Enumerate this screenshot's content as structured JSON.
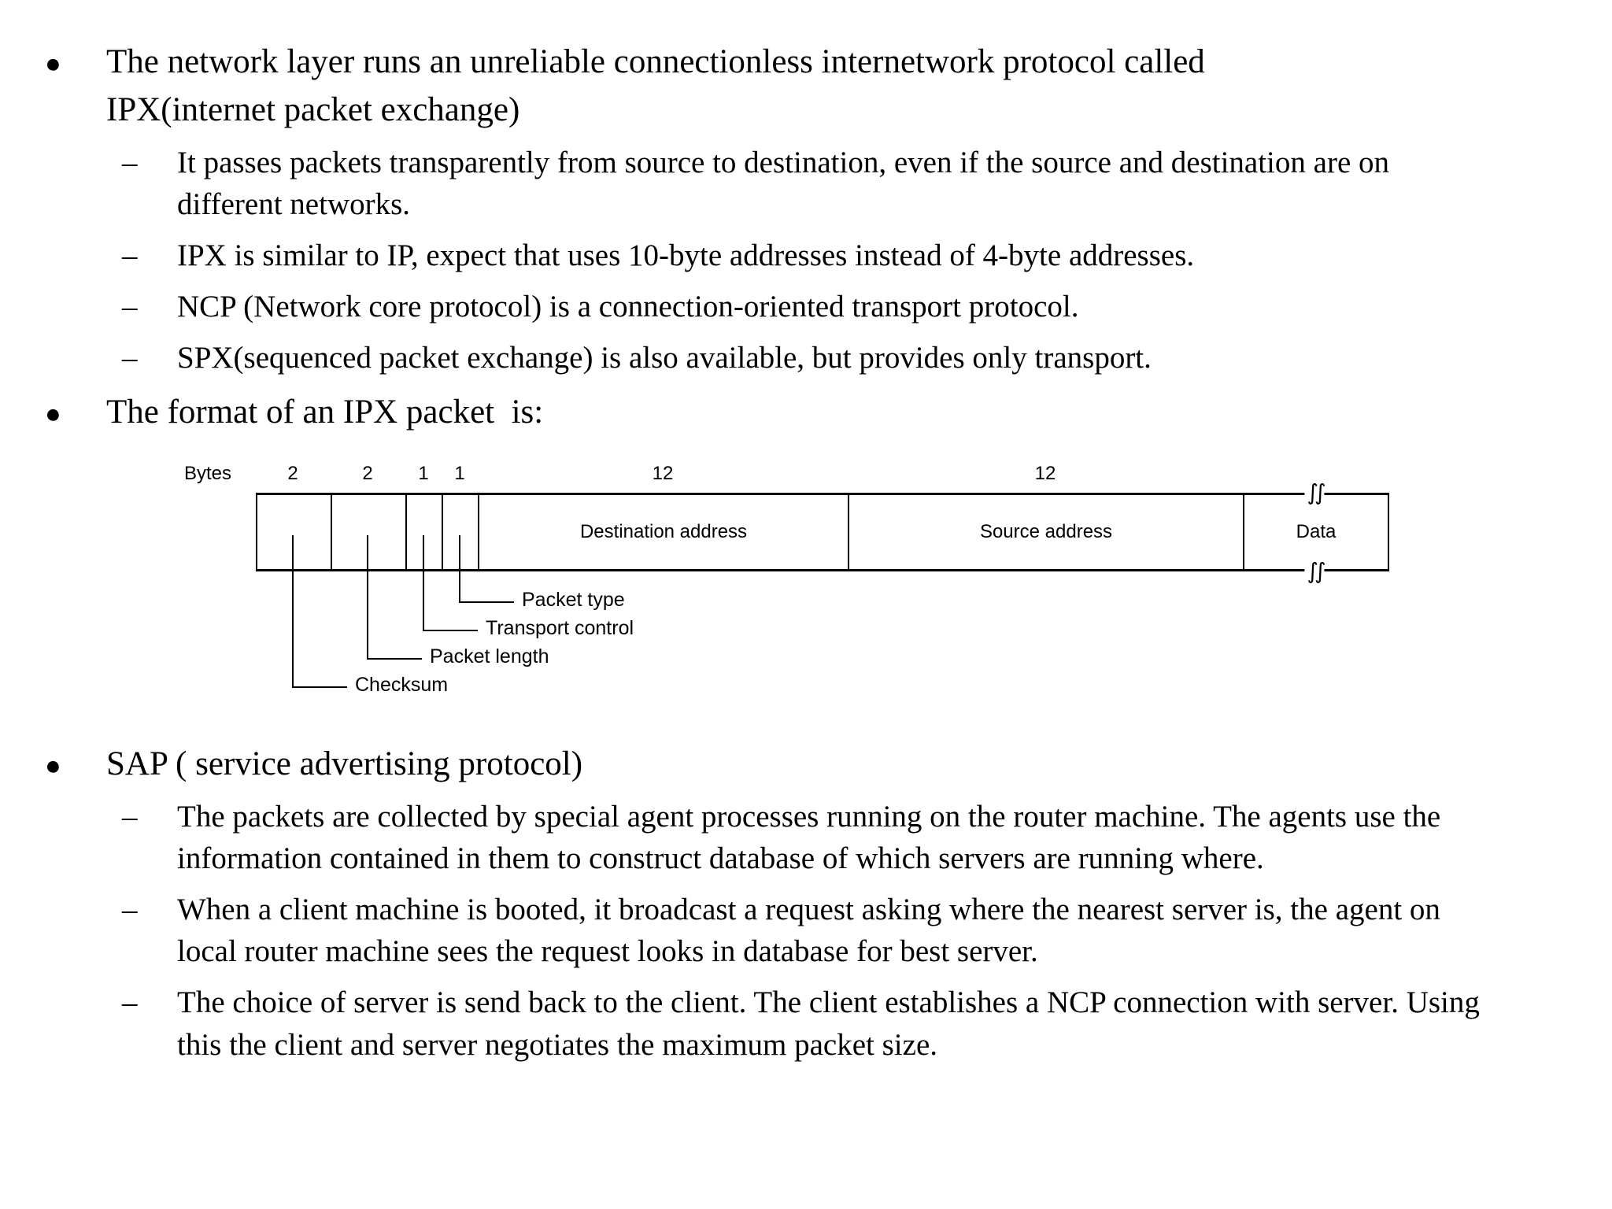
{
  "slide": {
    "marker_l1": "●",
    "marker_l2": "–",
    "bullets": [
      {
        "level": 1,
        "text": "The network layer runs an unreliable connectionless internetwork protocol called IPX(internet packet exchange)"
      },
      {
        "level": 2,
        "text": "It passes packets transparently from source to destination, even if the source and destination are on different networks."
      },
      {
        "level": 2,
        "text": "IPX is similar to IP, expect that uses 10-byte addresses instead of 4-byte addresses."
      },
      {
        "level": 2,
        "text": "NCP (Network core protocol) is a connection-oriented transport protocol."
      },
      {
        "level": 2,
        "text": "SPX(sequenced packet exchange) is also available, but provides only transport."
      },
      {
        "level": 1,
        "text": "The format of an IPX packet  is:"
      }
    ],
    "bullets_after": [
      {
        "level": 1,
        "text": "SAP ( service advertising protocol)"
      },
      {
        "level": 2,
        "text": "The packets are collected by special agent processes running on the router machine. The agents use the information contained in them to construct database of which servers are running where."
      },
      {
        "level": 2,
        "text": "When a client machine is booted, it broadcast a request asking where the nearest server is, the agent on local router machine sees the request looks in database for best server."
      },
      {
        "level": 2,
        "text": "The choice of server is send back to the client. The client establishes a NCP connection with server. Using this the client and server negotiates the maximum packet size."
      }
    ]
  },
  "diagram": {
    "bytes_label": "Bytes",
    "fields": [
      {
        "size": "2",
        "label": "",
        "callout": "Checksum"
      },
      {
        "size": "2",
        "label": "",
        "callout": "Packet length"
      },
      {
        "size": "1",
        "label": "",
        "callout": "Transport control"
      },
      {
        "size": "1",
        "label": "",
        "callout": "Packet type"
      },
      {
        "size": "12",
        "label": "Destination address"
      },
      {
        "size": "12",
        "label": "Source address"
      },
      {
        "size": "",
        "label": "Data"
      }
    ],
    "callouts": [
      "Packet type",
      "Transport control",
      "Packet length",
      "Checksum"
    ],
    "break_mark": "∫∫"
  }
}
